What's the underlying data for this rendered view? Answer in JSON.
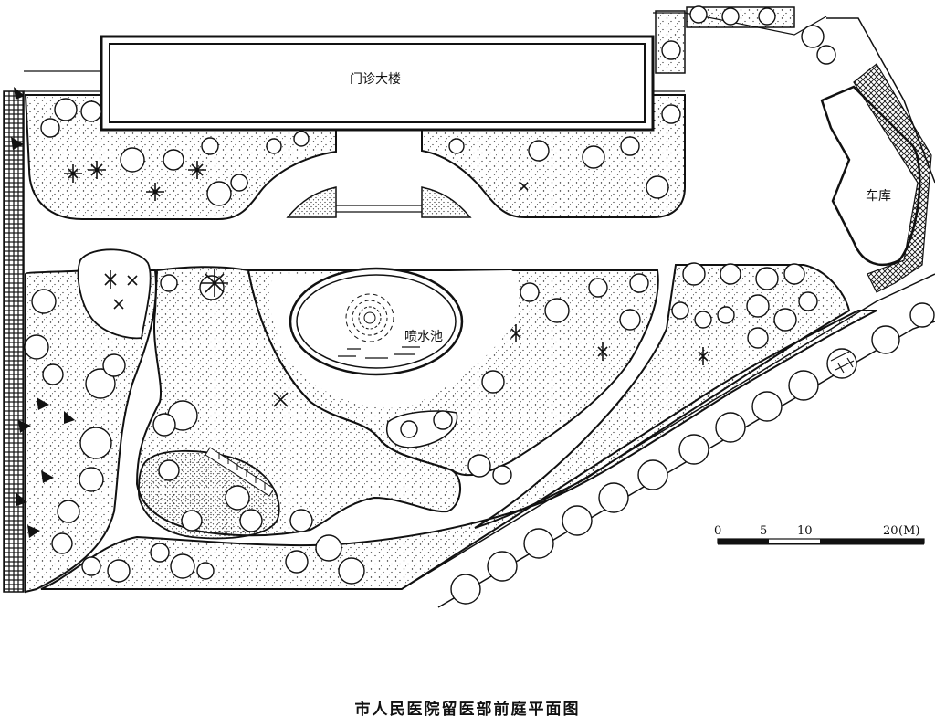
{
  "labels": {
    "outpatient_building": "门诊大楼",
    "garage": "车库",
    "fountain_pool": "喷水池"
  },
  "scale_bar": {
    "ticks": [
      "0",
      "5",
      "10",
      "20"
    ],
    "unit": "(M)"
  },
  "title": "市人民医院留医部前庭平面图",
  "colors": {
    "ink": "#111111",
    "paper": "#ffffff"
  }
}
